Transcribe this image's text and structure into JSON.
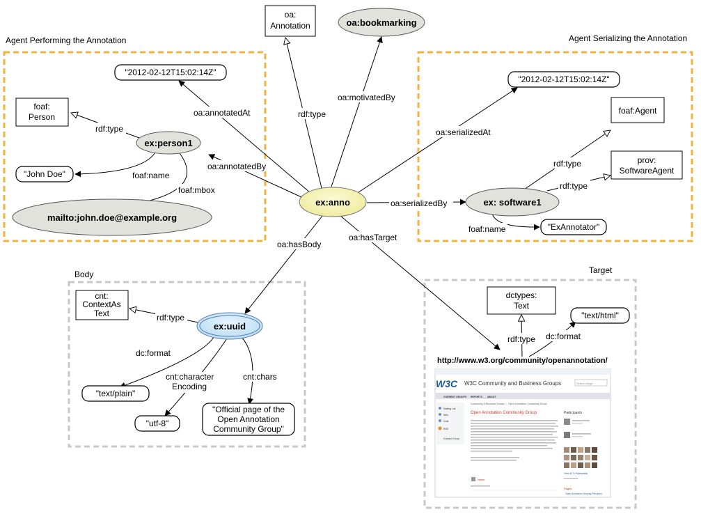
{
  "frames": {
    "agent_performing": "Agent Performing the Annotation",
    "agent_serializing": "Agent Serializing the Annotation",
    "body": "Body",
    "target": "Target"
  },
  "nodes": {
    "anno": "ex:anno",
    "oa_annotation_1": "oa:",
    "oa_annotation_2": "Annotation",
    "bookmarking": "oa:bookmarking",
    "annotated_time": "\"2012-02-12T15:02:14Z\"",
    "serialized_time": "\"2012-02-12T15:02:14Z\"",
    "foaf_person_1": "foaf:",
    "foaf_person_2": "Person",
    "person1": "ex:person1",
    "john_doe": "\"John Doe\"",
    "mailbox": "mailto:john.doe@example.org",
    "foaf_agent": "foaf:Agent",
    "prov_agent_1": "prov:",
    "prov_agent_2": "SoftwareAgent",
    "software1": "ex: software1",
    "exannotator": "\"ExAnnotator\"",
    "cnt_type_1": "cnt:",
    "cnt_type_2": "ContextAs",
    "cnt_type_3": "Text",
    "uuid": "ex:uuid",
    "text_plain": "\"text/plain\"",
    "utf8": "\"utf-8\"",
    "chars_1": "\"Official page of the",
    "chars_2": "Open Annotation",
    "chars_3": "Community Group\"",
    "dctypes_1": "dctypes:",
    "dctypes_2": "Text",
    "text_html": "\"text/html\"",
    "target_url": "http://www.w3.org/community/openannotation/"
  },
  "edges": {
    "rdf_type_anno": "rdf:type",
    "motivated_by": "oa:motivatedBy",
    "annotated_at": "oa:annotatedAt",
    "annotated_by": "oa:annotatedBy",
    "serialized_at": "oa:serializedAt",
    "serialized_by": "oa:serializedBy",
    "has_body": "oa:hasBody",
    "has_target": "oa:hasTarget",
    "rdf_type_person": "rdf:type",
    "foaf_name_person": "foaf:name",
    "foaf_mbox": "foaf:mbox",
    "rdf_type_sw1": "rdf:type",
    "rdf_type_sw2": "rdf:type",
    "foaf_name_sw": "foaf:name",
    "rdf_type_uuid": "rdf:type",
    "dc_format_uuid": "dc:format",
    "cnt_char_enc_1": "cnt:character",
    "cnt_char_enc_2": "Encoding",
    "cnt_chars": "cnt:chars",
    "rdf_type_target": "rdf:type",
    "dc_format_target": "dc:format"
  },
  "screenshot": {
    "logo": "W3C",
    "banner": "W3C Community and Business Groups",
    "search": "Search blogs",
    "nav_1": "CURRENT GROUPS",
    "nav_2": "REPORTS",
    "nav_3": "ABOUT",
    "crumb": "Community & Business Groups → Open Annotation Community Group",
    "heading": "Open Annotation Community Group",
    "participants": "Participants",
    "side_1": "Mailing List",
    "side_2": "Wiki",
    "side_3": "Chat",
    "side_4": "RSS",
    "side_5": "Contact Group",
    "news": "News",
    "pages": "Pages",
    "view_all": "View all 74 Participants",
    "scoping": "Open Annotation Scoping Principles"
  },
  "colors": {
    "agent_frame": "#f2b33d",
    "plain_frame": "#c8c8c8",
    "resource_node": "#e2e2dc",
    "annotation_node": "#f6f3b8",
    "body_node": "#cbe6fb",
    "w3c_blue": "#1f5a96"
  }
}
